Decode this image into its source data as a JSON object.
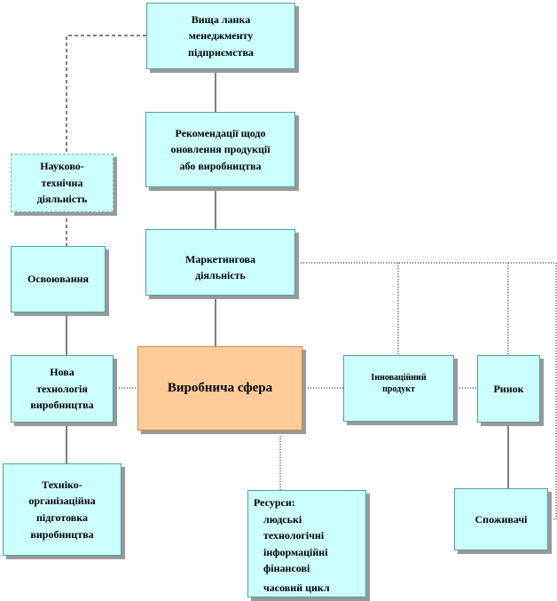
{
  "boxes": {
    "top_management": "Вища ланка\nменеджменту\nпідприємства",
    "recommendations": "Рекомендації щодо\nоновлення продукції\nабо виробництва",
    "scientific": "Науково-\nтехнічна\nдіяльність",
    "marketing": "Маркетингова\nдіяльність",
    "mastering": "Освоювання",
    "new_technology": "Нова\nтехнологія\nвиробництва",
    "production_sphere": "Виробнича сфера",
    "innovative_product": "Інноваційний\nпродукт",
    "market": "Ринок",
    "tech_org_prep": "Техніко-\nорганізаційна\nпідготовка\nвиробництва",
    "resources_title": "Ресурси:",
    "resources_items": [
      "людські",
      "технологічні",
      "інформаційні",
      "фінансові",
      "часовий цикл"
    ],
    "consumers": "Споживачі"
  }
}
